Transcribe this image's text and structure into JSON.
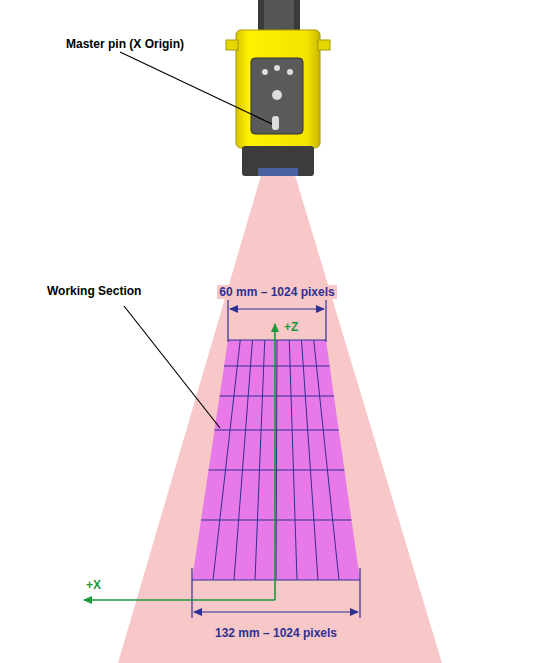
{
  "diagram": {
    "labels": [
      "Master pin (X Origin)",
      "Working Section",
      "60 mm – 1024 pixels",
      "+Z",
      "+X",
      "132 mm – 1024 pixels"
    ]
  }
}
